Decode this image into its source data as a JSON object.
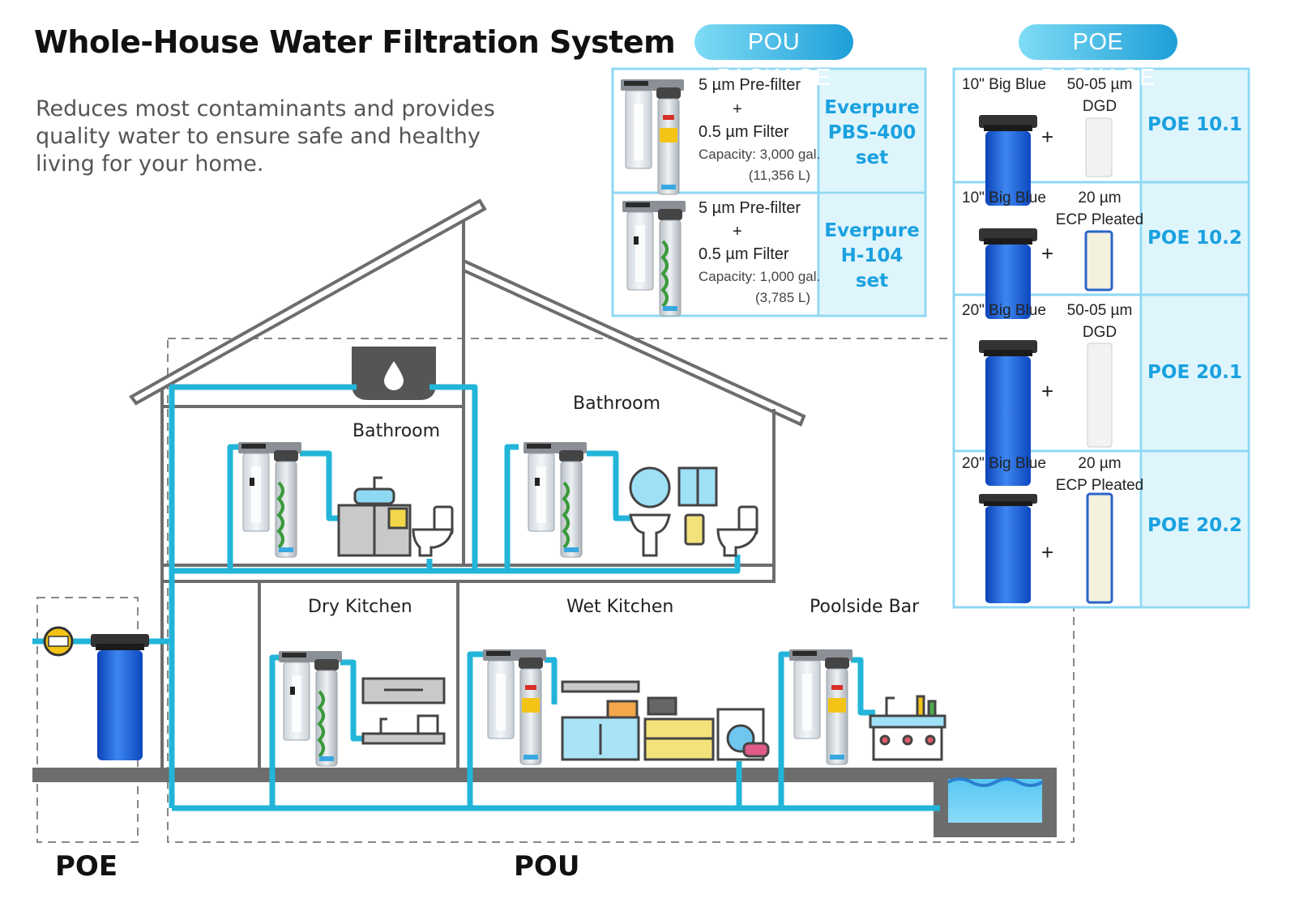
{
  "title": "Whole-House Water Filtration System",
  "subtitle": "Reduces most contaminants and provides quality water to ensure safe and healthy living for your home.",
  "pou_package": {
    "label": "POU PACKAGE",
    "items": [
      {
        "line1": "5 µm  Pre-filter",
        "plus": "+",
        "line2": "0.5  µm Filter",
        "capacity": "Capacity: 3,000 gal.",
        "capacity_l": "(11,356 L)",
        "name": [
          "Everpure",
          "PBS-400",
          "set"
        ]
      },
      {
        "line1": "5 µm  Pre-filter",
        "plus": "+",
        "line2": "0.5  µm Filter",
        "capacity": "Capacity: 1,000 gal.",
        "capacity_l": "(3,785 L)",
        "name": [
          "Everpure",
          "H-104",
          "set"
        ]
      }
    ]
  },
  "poe_package": {
    "label": "POE PACKAGE",
    "items": [
      {
        "housing": "10\" Big Blue",
        "cart1": "50-05 µm",
        "cart2": "DGD",
        "plus": "+",
        "name": "POE 10.1"
      },
      {
        "housing": "10\" Big Blue",
        "cart1": "20 µm",
        "cart2": "ECP Pleated",
        "plus": "+",
        "name": "POE 10.2"
      },
      {
        "housing": "20\" Big Blue",
        "cart1": "50-05 µm",
        "cart2": "DGD",
        "plus": "+",
        "name": "POE 20.1"
      },
      {
        "housing": "20\" Big Blue",
        "cart1": "20 µm",
        "cart2": "ECP Pleated",
        "plus": "+",
        "name": "POE 20.2"
      }
    ]
  },
  "rooms": {
    "bathroom_left": "Bathroom",
    "bathroom_right": "Bathroom",
    "dry_kitchen": "Dry Kitchen",
    "wet_kitchen": "Wet Kitchen",
    "poolside_bar": "Poolside Bar"
  },
  "zones": {
    "poe": "POE",
    "pou": "POU"
  },
  "colors": {
    "pipe": "#22b5d9",
    "wall": "#6d6d6d",
    "panel": "#dff5fc",
    "accent": "#1aa1e0",
    "housing_blue": "#1a63d6"
  }
}
